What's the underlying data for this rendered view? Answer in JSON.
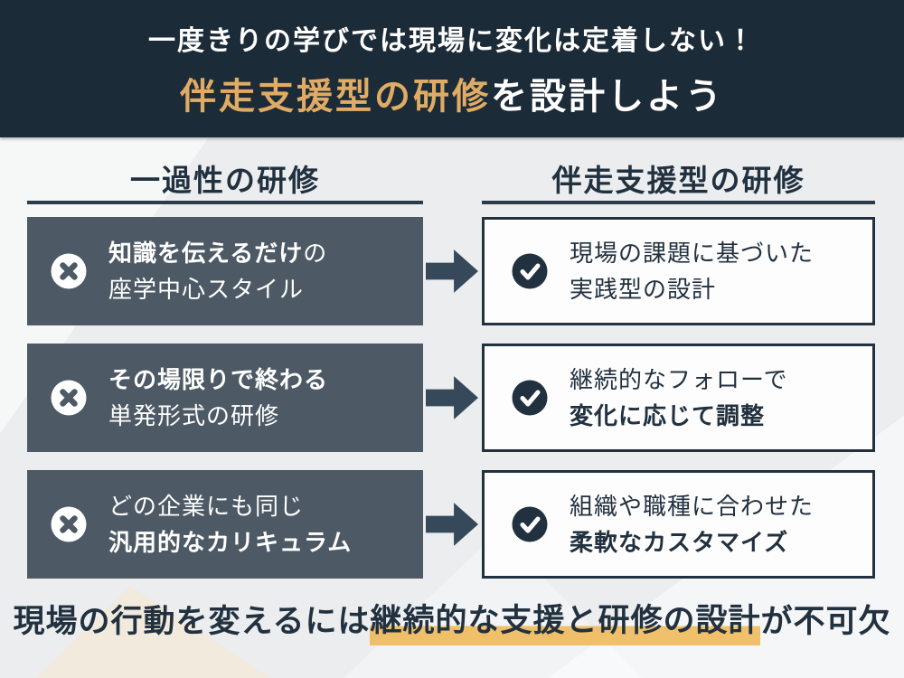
{
  "header": {
    "line1": "一度きりの学びでは現場に変化は定着しない！",
    "line2_accent": "伴走支援型の研修",
    "line2_rest": "を設計しよう"
  },
  "columns": {
    "left_title": "一過性の研修",
    "right_title": "伴走支援型の研修"
  },
  "rows": [
    {
      "left": {
        "line1": {
          "bold": "知識を伝えるだけ",
          "normal": "の"
        },
        "line2": {
          "bold": "",
          "normal": "座学中心スタイル"
        }
      },
      "right": {
        "line1": {
          "bold": "",
          "normal": "現場の課題に基づいた"
        },
        "line2": {
          "bold": "",
          "normal": "実践型の設計"
        }
      }
    },
    {
      "left": {
        "line1": {
          "bold": "その場限りで終わる",
          "normal": ""
        },
        "line2": {
          "bold": "",
          "normal": "単発形式の研修"
        }
      },
      "right": {
        "line1": {
          "bold": "",
          "normal": "継続的なフォローで"
        },
        "line2": {
          "bold": "変化に応じて調整",
          "normal": ""
        }
      }
    },
    {
      "left": {
        "line1": {
          "bold": "",
          "normal": "どの企業にも同じ"
        },
        "line2": {
          "bold": "汎用的なカリキュラム",
          "normal": ""
        }
      },
      "right": {
        "line1": {
          "bold": "",
          "normal": "組織や職種に合わせた"
        },
        "line2": {
          "bold": "柔軟なカスタマイズ",
          "normal": ""
        }
      }
    }
  ],
  "footer": {
    "pre": "現場の行動を変えるには",
    "highlight": "継続的な支援と研修の設計",
    "post": "が不可欠"
  },
  "icons": {
    "left_box_icon": "cross-in-circle",
    "right_box_icon": "check-in-circle",
    "between_columns": "right-block-arrow"
  },
  "colors": {
    "header_bg": "#1c2b38",
    "accent_gold": "#e0ab64",
    "dark_navy": "#22313f",
    "slate_box": "#4d5a65",
    "arrow": "#36495b",
    "body_bg": "#ebedee",
    "highlight": "#efb857"
  }
}
